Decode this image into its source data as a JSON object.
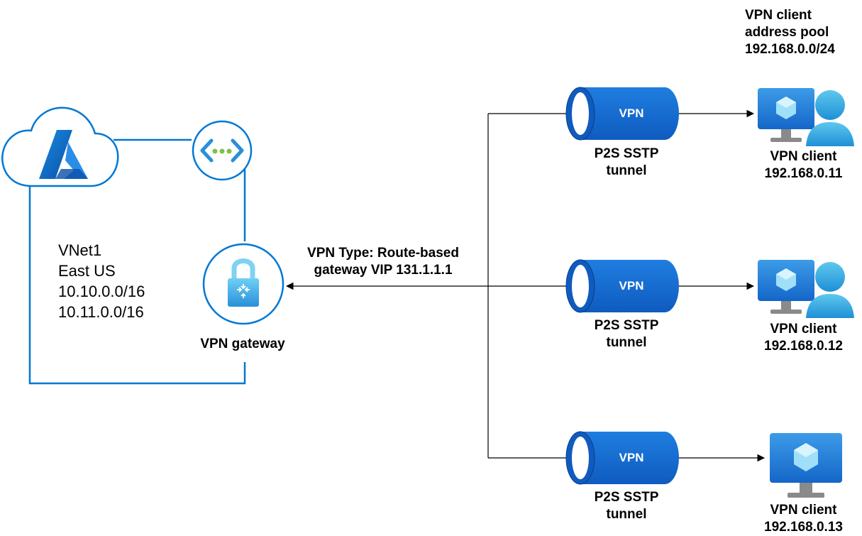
{
  "vnet": {
    "lines": [
      "VNet1",
      "East US",
      "10.10.0.0/16",
      "10.11.0.0/16"
    ]
  },
  "gateway": {
    "label": "VPN gateway",
    "type_line1": "VPN Type: Route-based",
    "type_line2": "gateway VIP 131.1.1.1"
  },
  "pool": {
    "line1": "VPN client",
    "line2": "address pool",
    "line3": "192.168.0.0/24"
  },
  "tunnels": [
    {
      "badge": "VPN",
      "line1": "P2S SSTP",
      "line2": "tunnel"
    },
    {
      "badge": "VPN",
      "line1": "P2S SSTP",
      "line2": "tunnel"
    },
    {
      "badge": "VPN",
      "line1": "P2S SSTP",
      "line2": "tunnel"
    }
  ],
  "clients": [
    {
      "label": "VPN client",
      "ip": "192.168.0.11",
      "icon": "vm-user-icon"
    },
    {
      "label": "VPN client",
      "ip": "192.168.0.12",
      "icon": "vm-user-icon"
    },
    {
      "label": "VPN client",
      "ip": "192.168.0.13",
      "icon": "vm-icon"
    }
  ],
  "colors": {
    "azure_blue": "#0078d4",
    "tunnel_blue": "#1060c0",
    "line": "#000000"
  }
}
